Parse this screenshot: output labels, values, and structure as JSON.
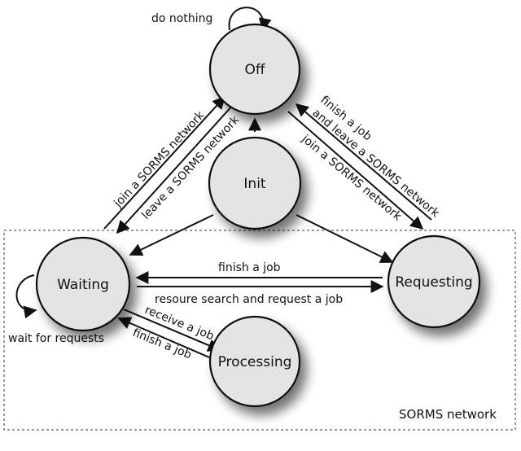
{
  "region": {
    "label": "SORMS network"
  },
  "states": {
    "off": "Off",
    "init": "Init",
    "waiting": "Waiting",
    "requesting": "Requesting",
    "processing": "Processing"
  },
  "transitions": {
    "do_nothing": "do nothing",
    "join_left": "join a SORMS network",
    "leave_left": "leave a SORMS network",
    "finish_and_leave_1": "finish a job",
    "finish_and_leave_2": "and leave a SORMS network",
    "join_right": "join a SORMS network",
    "finish_job_top": "finish a job",
    "resource_search": "resoure search and request a job",
    "receive_job": "receive a job",
    "finish_job_bottom": "finish a job",
    "wait_for_requests": "wait for requests"
  }
}
